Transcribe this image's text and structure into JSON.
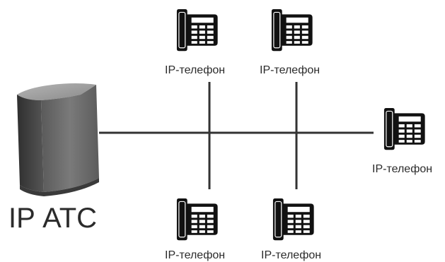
{
  "diagram": {
    "server_label": "IP АТС",
    "phone_label": "IP-телефон",
    "phones": [
      {
        "id": "phone-top-left",
        "label": "IP-телефон"
      },
      {
        "id": "phone-top-right",
        "label": "IP-телефон"
      },
      {
        "id": "phone-right",
        "label": "IP-телефон"
      },
      {
        "id": "phone-bottom-left",
        "label": "IP-телефон"
      },
      {
        "id": "phone-bottom-right",
        "label": "IP-телефон"
      }
    ],
    "colors": {
      "line": "#333333",
      "phone": "#111111",
      "keypad": "#ffffff",
      "server_front": "#6b6b6b",
      "server_top": "#9a9a9a",
      "server_side": "#4a4a4a",
      "text": "#2b2b2b"
    }
  }
}
